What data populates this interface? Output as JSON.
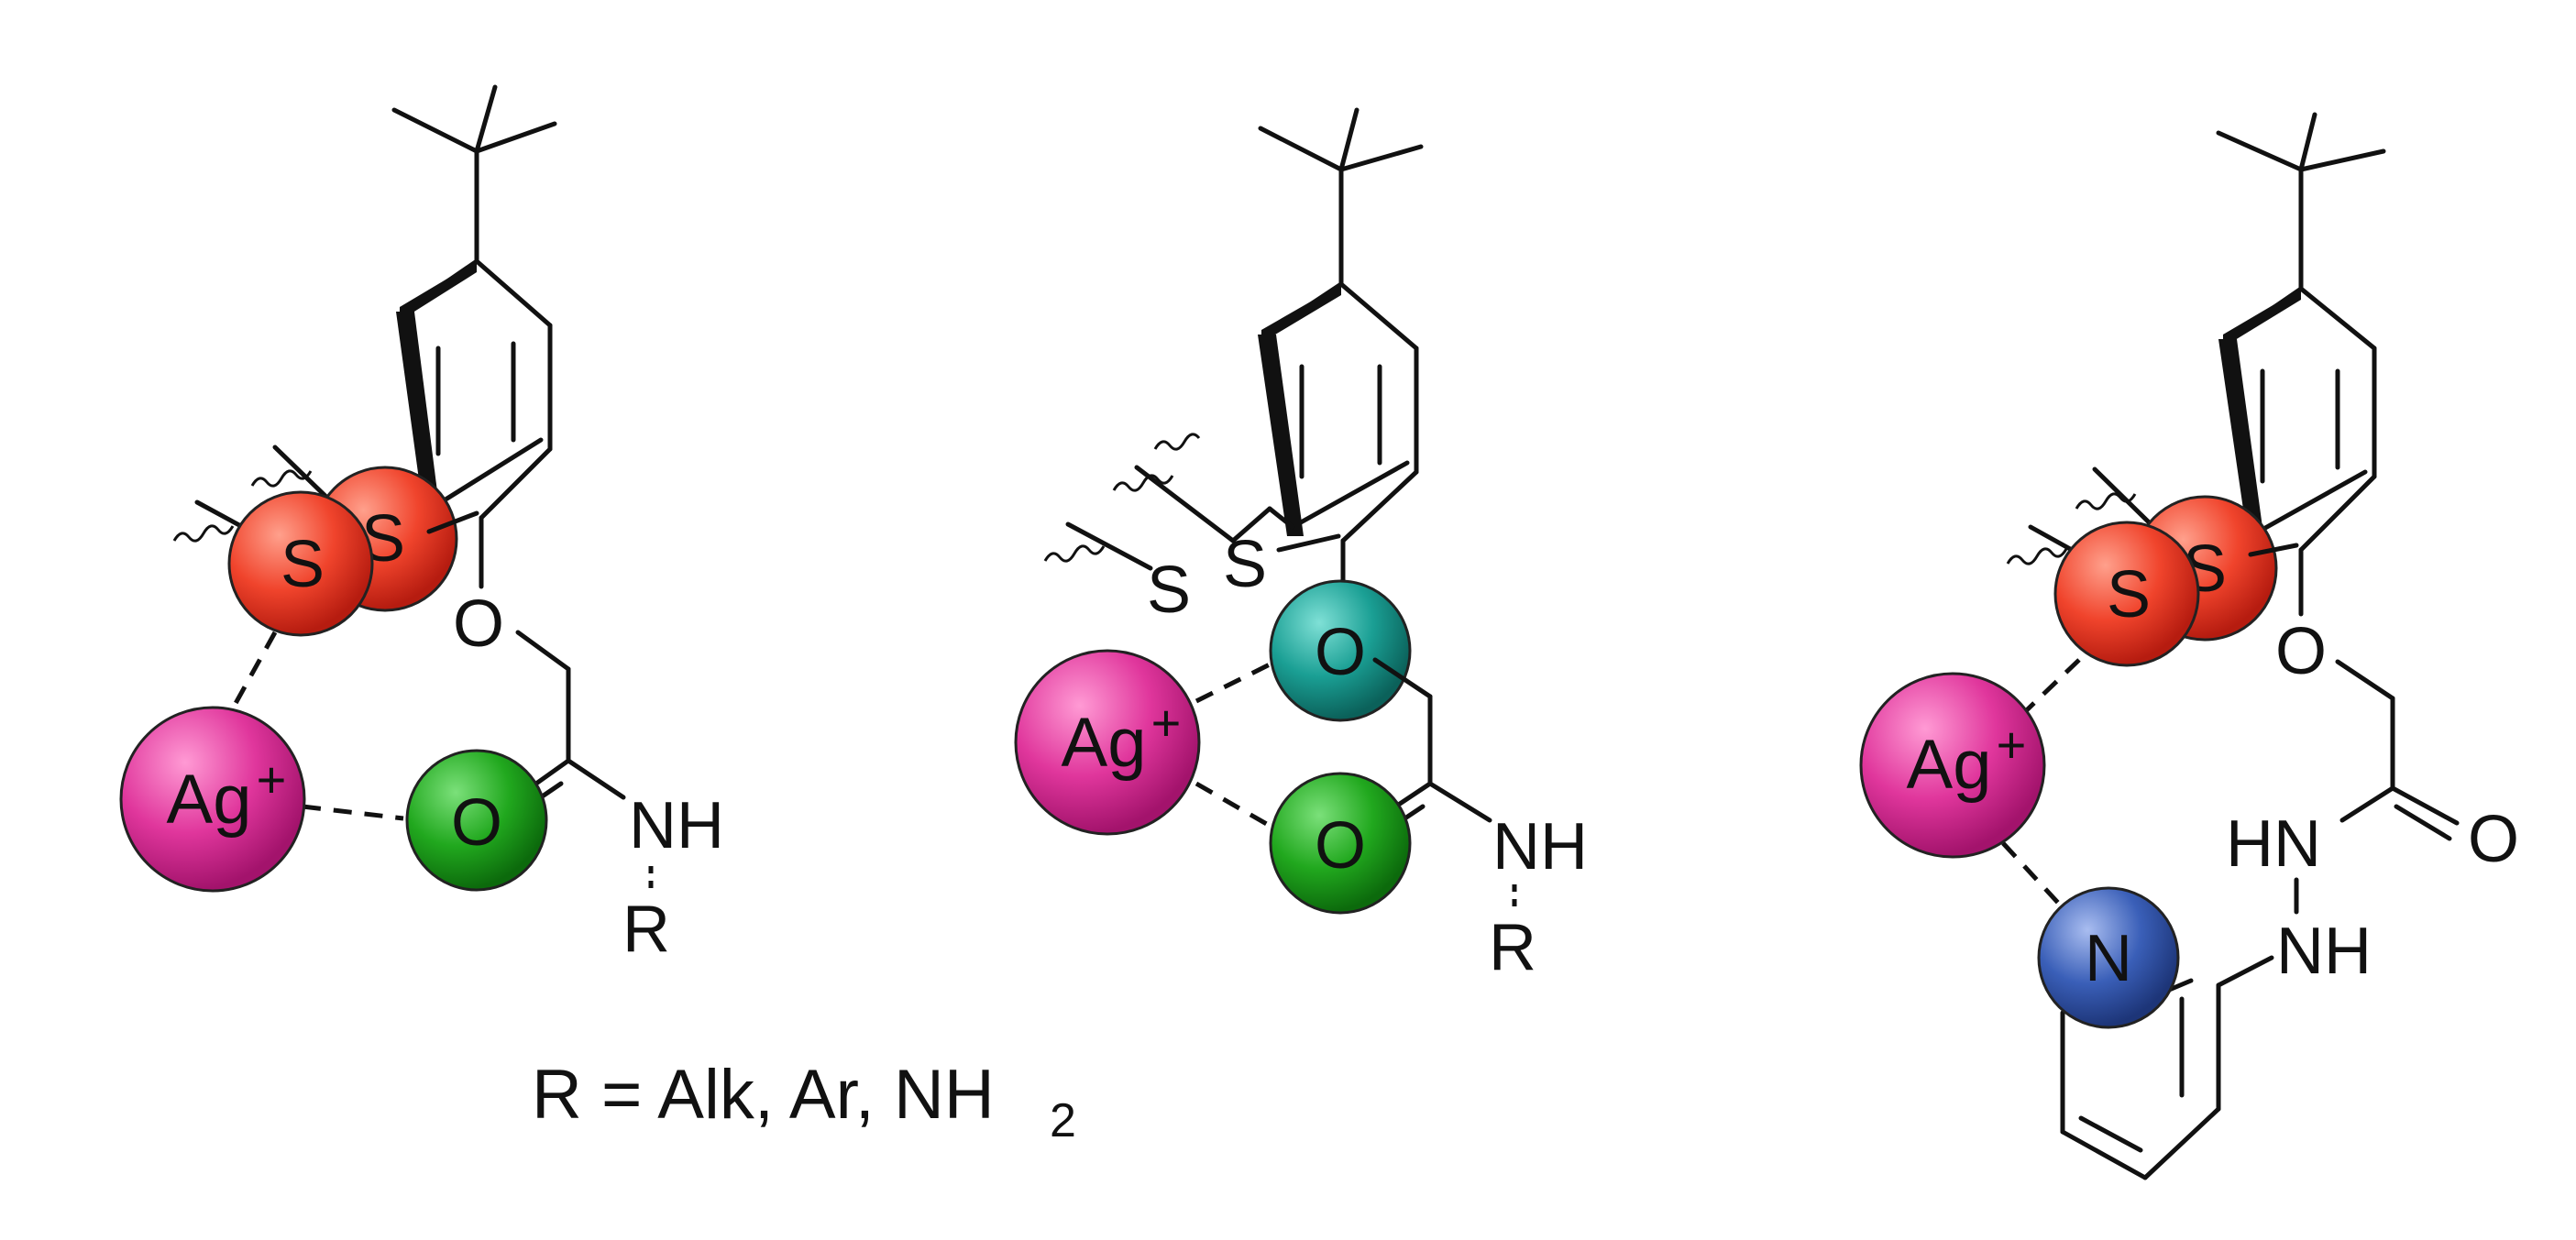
{
  "colors": {
    "silver": "#e0369c",
    "sulfur": "#f0442c",
    "oxygen_carbonyl": "#21a81e",
    "oxygen_ether": "#1a9f94",
    "nitrogen": "#3a5fb8",
    "ink": "#111111"
  },
  "structures": [
    {
      "silver_label": "Ag",
      "silver_charge": "+",
      "sulfur_labels": [
        "S",
        "S"
      ],
      "ether_oxygen": "O",
      "carbonyl_oxygen": "O",
      "amide_nh": "NH",
      "substituent": "R"
    },
    {
      "silver_label": "Ag",
      "silver_charge": "+",
      "sulfur_labels": [
        "S",
        "S"
      ],
      "ether_oxygen": "O",
      "carbonyl_oxygen": "O",
      "amide_nh": "NH",
      "substituent": "R"
    },
    {
      "silver_label": "Ag",
      "silver_charge": "+",
      "sulfur_labels": [
        "S",
        "S"
      ],
      "ether_oxygen": "O",
      "carbonyl_oxygen": "O",
      "hydrazide_nh_1": "HN",
      "hydrazide_nh_2": "NH",
      "pyridine_n": "N"
    }
  ],
  "caption": {
    "text": "R = Alk, Ar, NH",
    "subscript": "2"
  }
}
